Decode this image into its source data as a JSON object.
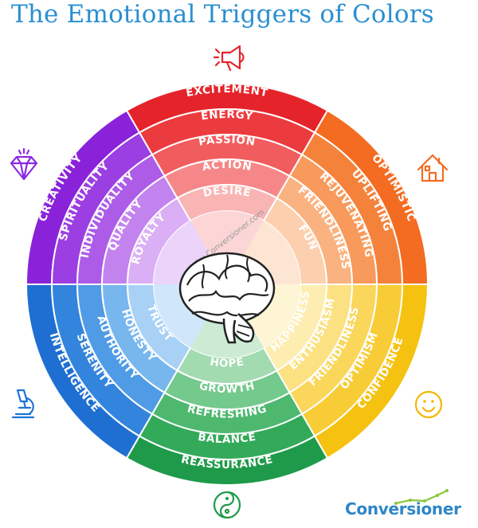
{
  "title": "The Emotional Triggers of Colors",
  "watermark": "by Conversioner.com",
  "brand": "Conversioner",
  "wheel": {
    "sectors": [
      {
        "color": "red",
        "icon": "megaphone-icon",
        "icon_color": "#e5232a",
        "shades": [
          "#e5232a",
          "#ec3b3f",
          "#f15d5e",
          "#f68788",
          "#f9b4b4"
        ],
        "labels": [
          "EXCITEMENT",
          "ENERGY",
          "PASSION",
          "ACTION",
          "DESIRE"
        ]
      },
      {
        "color": "orange",
        "icon": "house-icon",
        "icon_color": "#f26b21",
        "shades": [
          "#f36c21",
          "#f5823b",
          "#f89a5b",
          "#fab280",
          "#fcd0ae"
        ],
        "labels": [
          "OPTIMISTIC",
          "UPLIFTING",
          "REJUVENATING",
          "FRIENDLINESS",
          "FUN"
        ]
      },
      {
        "color": "yellow",
        "icon": "smiley-icon",
        "icon_color": "#f2b705",
        "shades": [
          "#f6c211",
          "#f8cc36",
          "#fad65b",
          "#fbe182",
          "#fdedb0"
        ],
        "labels": [
          "CONFIDENCE",
          "OPTIMISM",
          "FRIENDLINESS",
          "ENTHUSIASM",
          "HAPPINESS"
        ]
      },
      {
        "color": "green",
        "icon": "yin-yang-icon",
        "icon_color": "#1f9a4a",
        "shades": [
          "#1f9a4a",
          "#33a95a",
          "#4eb86f",
          "#74c98c",
          "#a3dbb1"
        ],
        "labels": [
          "REASSURANCE",
          "BALANCE",
          "REFRESHING",
          "GROWTH",
          "HOPE"
        ]
      },
      {
        "color": "blue",
        "icon": "microscope-icon",
        "icon_color": "#1e73d6",
        "shades": [
          "#1f6fd2",
          "#3384dc",
          "#509be5",
          "#78b6ee",
          "#a9d1f6"
        ],
        "labels": [
          "INTELLIGENCE",
          "SERENITY",
          "AUTHORITY",
          "HONESTY",
          "TRUST"
        ]
      },
      {
        "color": "purple",
        "icon": "diamond-icon",
        "icon_color": "#8a2be2",
        "shades": [
          "#8a22da",
          "#9b3ee2",
          "#ad5ce8",
          "#c383ef",
          "#daaff6"
        ],
        "labels": [
          "CREATIVITY",
          "SPIRITUALITY",
          "INDIVIDUALITY",
          "QUALITY",
          "ROYALTY"
        ]
      }
    ],
    "center_icon": "brain-icon"
  }
}
